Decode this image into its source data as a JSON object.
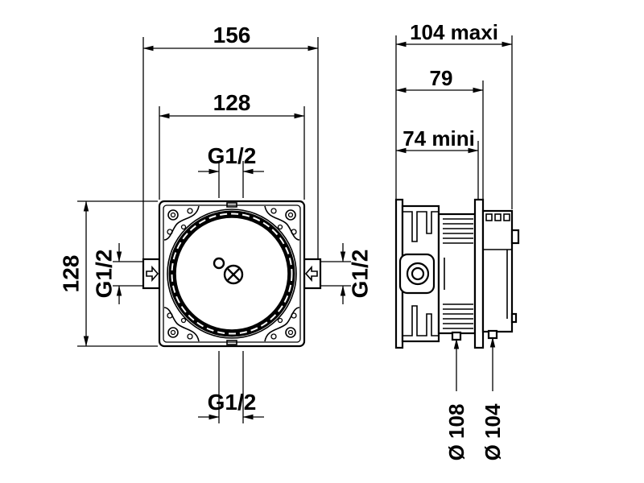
{
  "front_view": {
    "width_overall": "156",
    "width_box": "128",
    "height_box": "128",
    "inlet_top": "G1/2",
    "inlet_bottom": "G1/2",
    "inlet_left": "G1/2",
    "inlet_right": "G1/2"
  },
  "side_view": {
    "depth_max": "104 maxi",
    "depth_mid": "79",
    "depth_min": "74 mini",
    "diameter_outer": "Ø 108",
    "diameter_inner": "Ø 104"
  }
}
